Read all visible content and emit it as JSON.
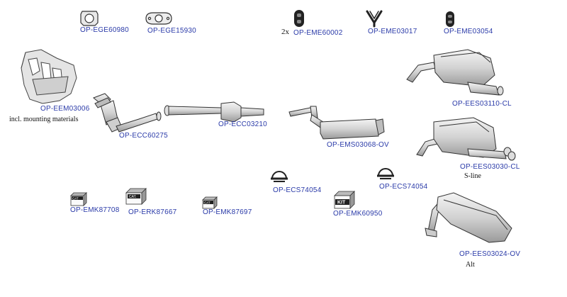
{
  "parts": [
    {
      "id": "gasket_1",
      "code": "OP-EGE60980"
    },
    {
      "id": "gasket_2",
      "code": "OP-EGE15930"
    },
    {
      "id": "hanger_1",
      "code": "OP-EME60002",
      "qty": "2x"
    },
    {
      "id": "hanger_2",
      "code": "OP-EME03017"
    },
    {
      "id": "hanger_3",
      "code": "OP-EME03054"
    },
    {
      "id": "manifold",
      "code": "OP-EEM03006",
      "note": "incl. mounting materials"
    },
    {
      "id": "front_cat",
      "code": "OP-ECC60275"
    },
    {
      "id": "cat_converter",
      "code": "OP-ECC03210"
    },
    {
      "id": "middle_silencer",
      "code": "OP-EMS03068-OV"
    },
    {
      "id": "rear_silencer_1",
      "code": "OP-EES03110-CL"
    },
    {
      "id": "rear_silencer_2",
      "code": "OP-EES03030-CL",
      "note": "S-line"
    },
    {
      "id": "rear_silencer_3",
      "code": "OP-EES03024-OV",
      "note": "Alt"
    },
    {
      "id": "clamp_1",
      "code": "OP-ECS74054"
    },
    {
      "id": "clamp_2",
      "code": "OP-ECS74054"
    },
    {
      "id": "kit_1",
      "code": "OP-EMK87708",
      "badge": "CAT"
    },
    {
      "id": "kit_2",
      "code": "OP-ERK87667",
      "badge": "CAT."
    },
    {
      "id": "kit_3",
      "code": "OP-EMK87697",
      "badge": "CAT"
    },
    {
      "id": "kit_4",
      "code": "OP-EMK60950",
      "badge": "KIT"
    }
  ],
  "colors": {
    "link": "#2a3aa8",
    "line": "#333333",
    "fill": "#e6e6e6",
    "shade": "#bdbdbd"
  }
}
